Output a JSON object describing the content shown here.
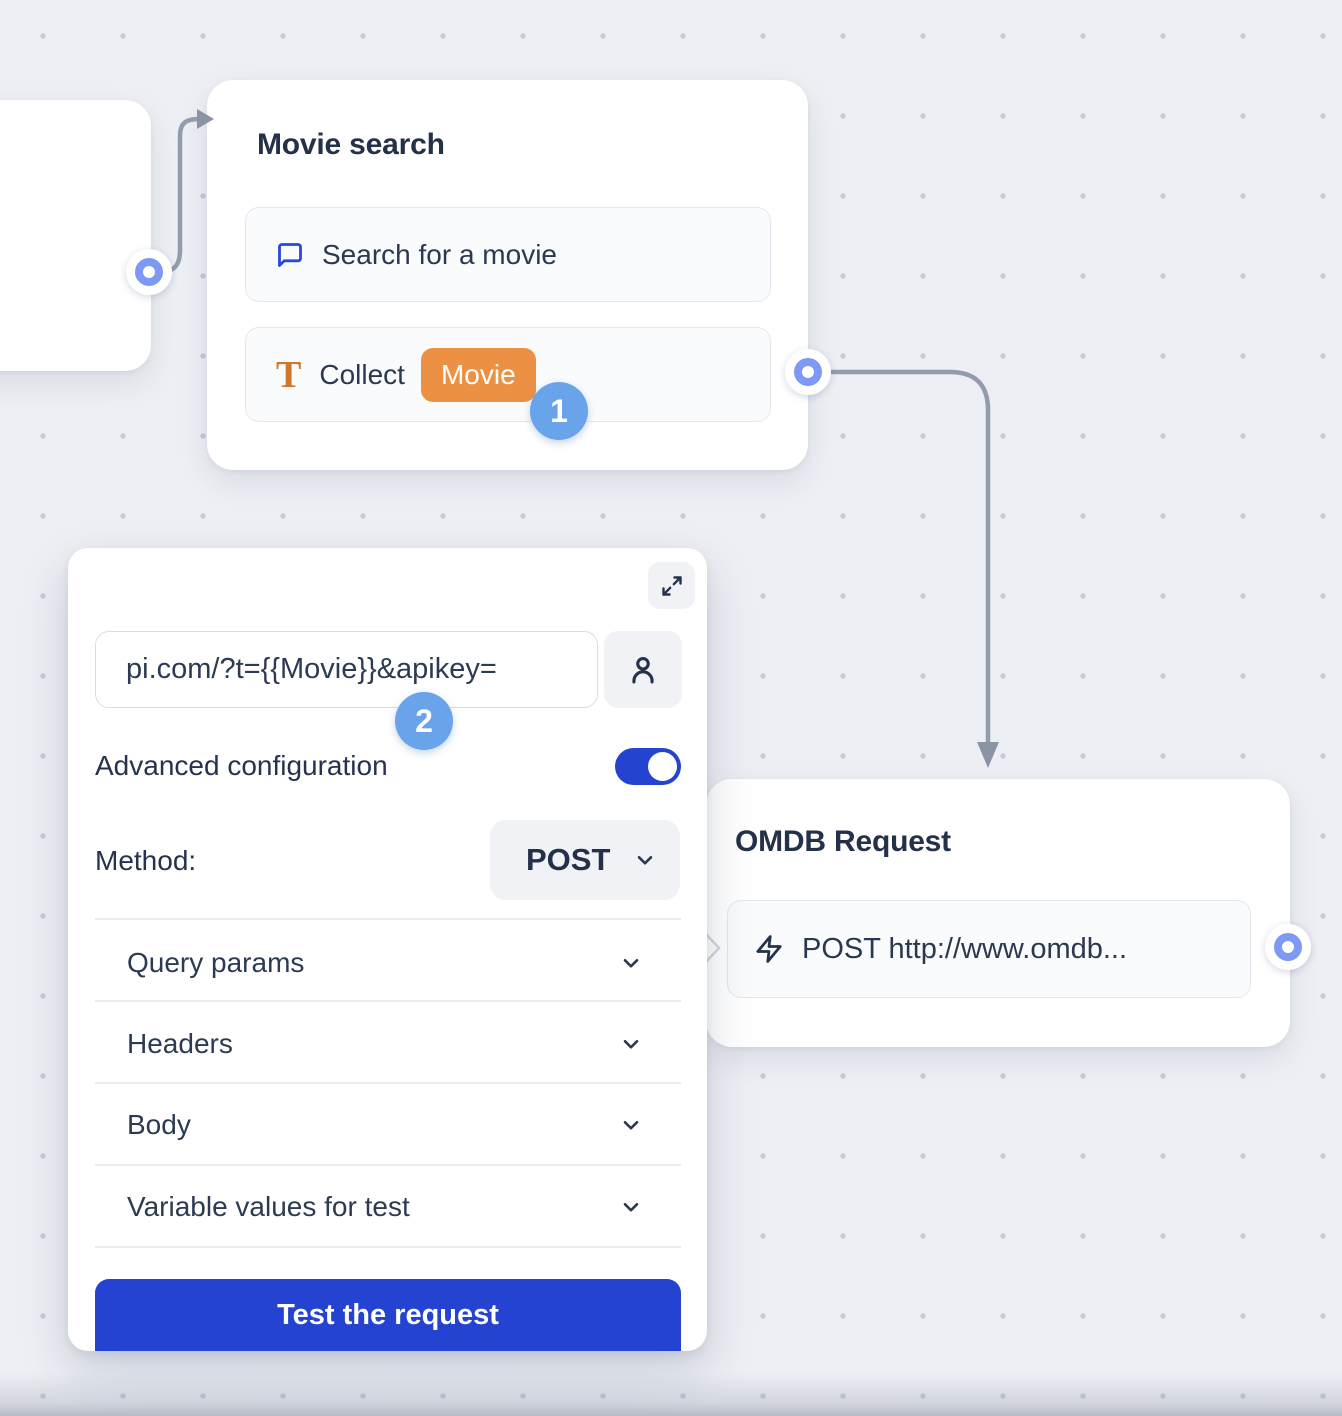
{
  "nodes": {
    "movie_search": {
      "title": "Movie search",
      "items": [
        {
          "icon": "chat-bubble-icon",
          "label": "Search for a movie"
        },
        {
          "icon": "text-input-icon",
          "label": "Collect",
          "variable": "Movie"
        }
      ]
    },
    "omdb_request": {
      "title": "OMDB Request",
      "items": [
        {
          "icon": "lightning-icon",
          "label": "POST http://www.omdb..."
        }
      ]
    }
  },
  "step_badges": [
    {
      "label": "1"
    },
    {
      "label": "2"
    }
  ],
  "panel": {
    "url_input": {
      "value": "pi.com/?t={{Movie}}&apikey="
    },
    "advanced_configuration_label": "Advanced configuration",
    "advanced_configuration_enabled": true,
    "method_label": "Method:",
    "method_value": "POST",
    "sections": [
      {
        "label": "Query params"
      },
      {
        "label": "Headers"
      },
      {
        "label": "Body"
      },
      {
        "label": "Variable values for test"
      }
    ],
    "test_button_label": "Test the request"
  },
  "colors": {
    "background": "#edeff4",
    "grid_dot": "#c6cbd6",
    "card": "#ffffff",
    "item_bg": "#fafbfd",
    "item_border": "#e4e7ed",
    "title_text": "#233149",
    "body_text": "#2b3950",
    "icon_blue": "#2947e0",
    "icon_orange": "#d0772b",
    "variable_badge": "#ec9143",
    "step_badge": "#69a4ea",
    "primary_blue": "#2543d1",
    "control_bg": "#f0f2f6",
    "divider": "#e9ebef",
    "connector": "#939cac",
    "port_ring": "#7d99f4",
    "input_border": "#d9dde3"
  }
}
